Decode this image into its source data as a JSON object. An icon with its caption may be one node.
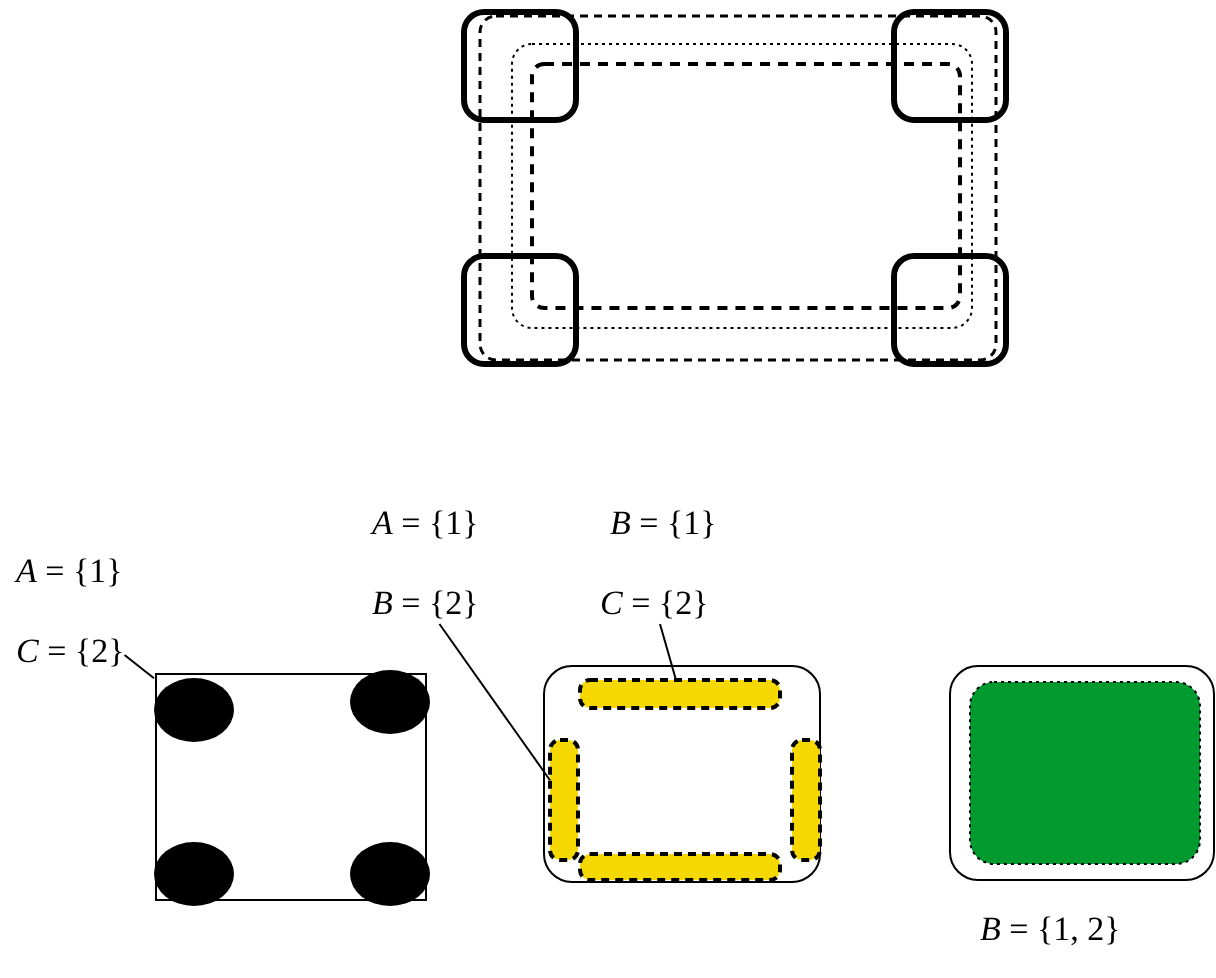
{
  "diagram": {
    "nodes": [
      {
        "text": [
          "*A* = {1}",
          "*C* = {2}"
        ]
      },
      {
        "text": [],
        "shape": "circle"
      },
      {
        "text": [
          "*B* = {2}"
        ]
      },
      {
        "text": [],
        "shape": "bar"
      },
      {
        "text": [
          "*C* = {2}"
        ]
      },
      {
        "text": [],
        "shape": "bar"
      },
      {
        "text": [],
        "shape": "bar"
      },
      {
        "text": [],
        "shape": "bar"
      }
    ],
    "edges": [
      {
        "from": 0,
        "to": 1,
        "arrow": "none"
      },
      {
        "from": 2,
        "to": 3,
        "arrow": "none"
      },
      {
        "from": 4,
        "to": 5,
        "arrow": "none"
      }
    ],
    "labels": [
      "*A* = {1}",
      "*B* = {1}",
      "*B* = {1, 2}"
    ]
  }
}
